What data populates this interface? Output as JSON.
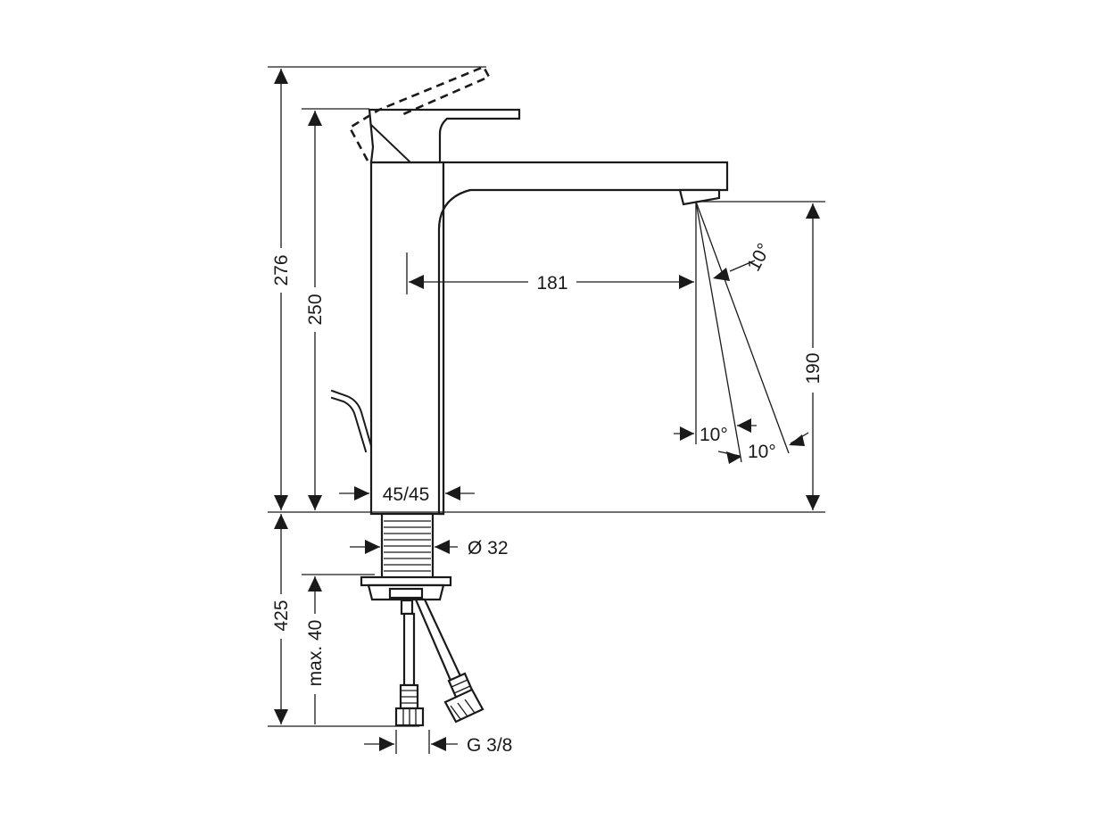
{
  "dimensions": {
    "total_height": "276",
    "spout_top_height": "250",
    "spout_reach": "181",
    "outlet_height": "190",
    "body_size": "45/45",
    "shank_diameter": "Ø 32",
    "below_deck_length": "425",
    "max_counter_thickness": "max. 40",
    "connection_thread": "G 3/8",
    "angle_top": "10°",
    "angle_left": "10°",
    "angle_right": "10°"
  }
}
